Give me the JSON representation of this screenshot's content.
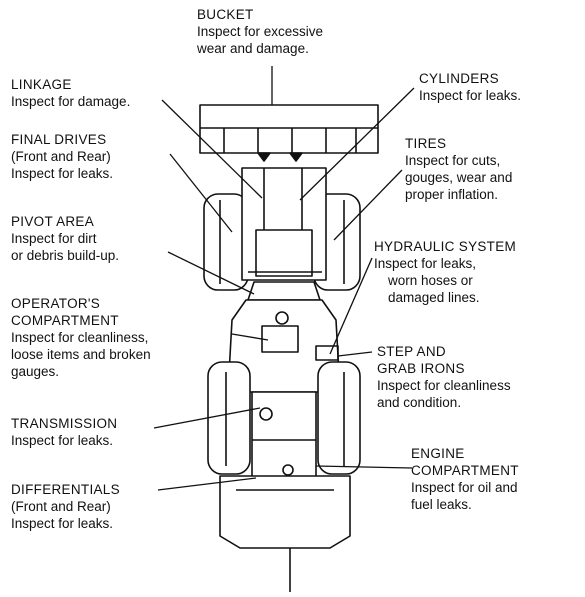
{
  "labels": {
    "bucket": {
      "title": "BUCKET",
      "lines": [
        "Inspect for excessive",
        "wear and damage."
      ]
    },
    "linkage": {
      "title": "LINKAGE",
      "lines": [
        "Inspect for damage."
      ]
    },
    "cylinders": {
      "title": "CYLINDERS",
      "lines": [
        "Inspect for leaks."
      ]
    },
    "final_drives": {
      "title": "FINAL DRIVES",
      "lines": [
        "(Front and Rear)",
        "Inspect for leaks."
      ]
    },
    "tires": {
      "title": "TIRES",
      "lines": [
        "Inspect for cuts,",
        "gouges,  wear and",
        "proper inflation."
      ]
    },
    "pivot_area": {
      "title": "PIVOT AREA",
      "lines": [
        "Inspect for dirt",
        "or debris build-up."
      ]
    },
    "hydraulic_system": {
      "title": "HYDRAULIC SYSTEM",
      "lines": [
        "Inspect for leaks,",
        "worn  hoses or",
        "damaged lines."
      ]
    },
    "operators_compartment": {
      "title": "OPERATOR'S",
      "title2": "COMPARTMENT",
      "lines": [
        "Inspect for cleanliness,",
        "loose items and broken",
        "gauges."
      ]
    },
    "step_grab_irons": {
      "title": "STEP AND",
      "title2": "GRAB IRONS",
      "lines": [
        "Inspect for cleanliness",
        "and condition."
      ]
    },
    "transmission": {
      "title": "TRANSMISSION",
      "lines": [
        "Inspect for leaks."
      ]
    },
    "engine_compartment": {
      "title": "ENGINE",
      "title2": "COMPARTMENT",
      "lines": [
        "Inspect for oil and",
        "fuel leaks."
      ]
    },
    "differentials": {
      "title": "DIFFERENTIALS",
      "lines": [
        "(Front and Rear)",
        "Inspect for leaks."
      ]
    }
  }
}
